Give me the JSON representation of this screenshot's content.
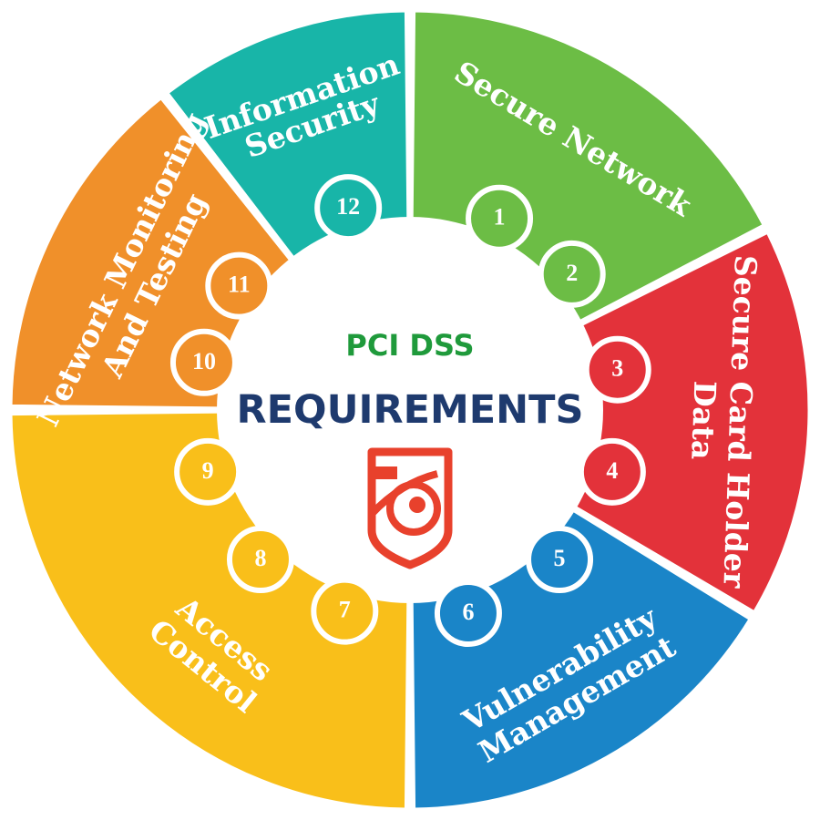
{
  "hub": {
    "subtitle": "PCI DSS",
    "title": "REQUIREMENTS",
    "subtitle_color": "#1f9a3b",
    "title_color": "#1e3a6e",
    "logo": "shield-eye-icon",
    "logo_color": "#e8412c"
  },
  "segments": [
    {
      "id": "secure-network",
      "label_lines": [
        "Secure Network"
      ],
      "color": "#6cbd45",
      "numbers": [
        "1",
        "2"
      ]
    },
    {
      "id": "secure-card-holder-data",
      "label_lines": [
        "Secure Card Holder",
        "Data"
      ],
      "color": "#e3323a",
      "numbers": [
        "3",
        "4"
      ]
    },
    {
      "id": "vulnerability-management",
      "label_lines": [
        "Vulnerability",
        "Management"
      ],
      "color": "#1a85c8",
      "numbers": [
        "5",
        "6"
      ]
    },
    {
      "id": "access-control",
      "label_lines": [
        "Access",
        "Control"
      ],
      "color": "#f9bf1a",
      "numbers": [
        "7",
        "8",
        "9"
      ]
    },
    {
      "id": "network-monitoring-and-testing",
      "label_lines": [
        "Network Monitoring",
        "And Testing"
      ],
      "color": "#f0902a",
      "numbers": [
        "10",
        "11"
      ]
    },
    {
      "id": "information-security",
      "label_lines": [
        "Information",
        "Security"
      ],
      "color": "#18b5a8",
      "numbers": [
        "12"
      ]
    }
  ]
}
